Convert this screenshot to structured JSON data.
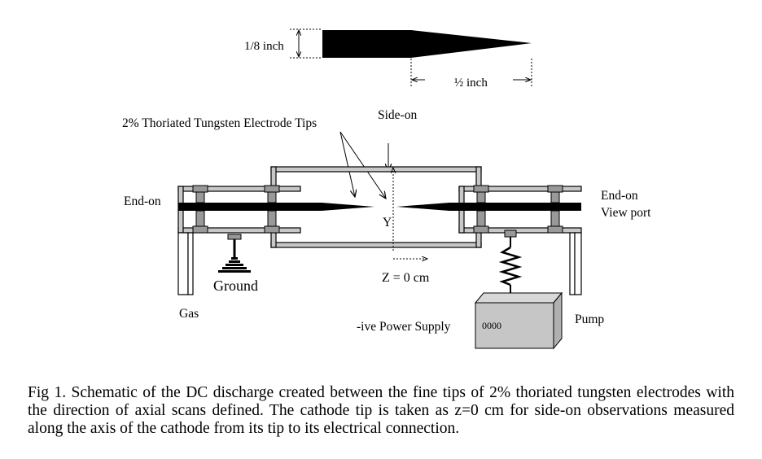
{
  "diagram": {
    "tip": {
      "height_label": "1/8 inch",
      "length_label": "½ inch"
    },
    "labels": {
      "electrode_tips": "2% Thoriated Tungsten Electrode Tips",
      "side_on": "Side-on",
      "end_on_left": "End-on",
      "end_on_right": "End-on",
      "view_port": "View port",
      "y_axis": "Y",
      "z_origin": "Z = 0 cm",
      "ground": "Ground",
      "gas": "Gas",
      "power_supply": "-ive Power Supply",
      "pump": "Pump",
      "supply_display": "0000"
    },
    "colors": {
      "wall_fill": "#c8c8c8",
      "electrode": "#000000",
      "supply_fill": "#c6c6c6"
    }
  },
  "caption": "Fig 1. Schematic of the DC discharge created between the fine tips of 2% thoriated tungsten electrodes with the direction of axial scans defined. The cathode tip is taken as z=0 cm for side-on observations measured along the axis of the cathode from its tip to its electrical connection."
}
